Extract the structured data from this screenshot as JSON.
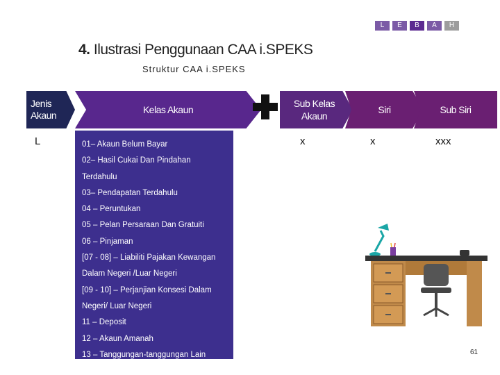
{
  "nav": [
    {
      "label": "L",
      "color": "#7b5aa6"
    },
    {
      "label": "E",
      "color": "#7b5aa6"
    },
    {
      "label": "B",
      "color": "#5c2a91"
    },
    {
      "label": "A",
      "color": "#7b5aa6"
    },
    {
      "label": "H",
      "color": "#9d9d9d"
    }
  ],
  "title": {
    "number": "4.",
    "text": "Ilustrasi Penggunaan CAA i.SPEKS"
  },
  "subtitle": "Struktur CAA i.SPEKS",
  "header": {
    "jenis_akaun": "Jenis Akaun",
    "kelas_akaun": "Kelas Akaun",
    "sub_kelas_akaun": "Sub Kelas Akaun",
    "siri": "Siri",
    "sub_siri": "Sub Siri"
  },
  "values": {
    "jenis_akaun": "L",
    "sub_kelas_akaun": "x",
    "siri": "x",
    "sub_siri": "xxx"
  },
  "kelas_list": [
    "01– Akaun Belum Bayar",
    "02– Hasil Cukai Dan Pindahan",
    "Terdahulu",
    "03– Pendapatan Terdahulu",
    "04 – Peruntukan",
    "05 – Pelan Persaraan Dan Gratuiti",
    "06 – Pinjaman",
    "[07 - 08] – Liabiliti Pajakan Kewangan",
    "Dalam Negeri /Luar Negeri",
    "[09 - 10] – Perjanjian Konsesi Dalam",
    "Negeri/ Luar Negeri",
    "11 – Deposit",
    "12 – Akaun Amanah",
    "13 – Tanggungan-tanggungan Lain"
  ],
  "page_number": "61"
}
